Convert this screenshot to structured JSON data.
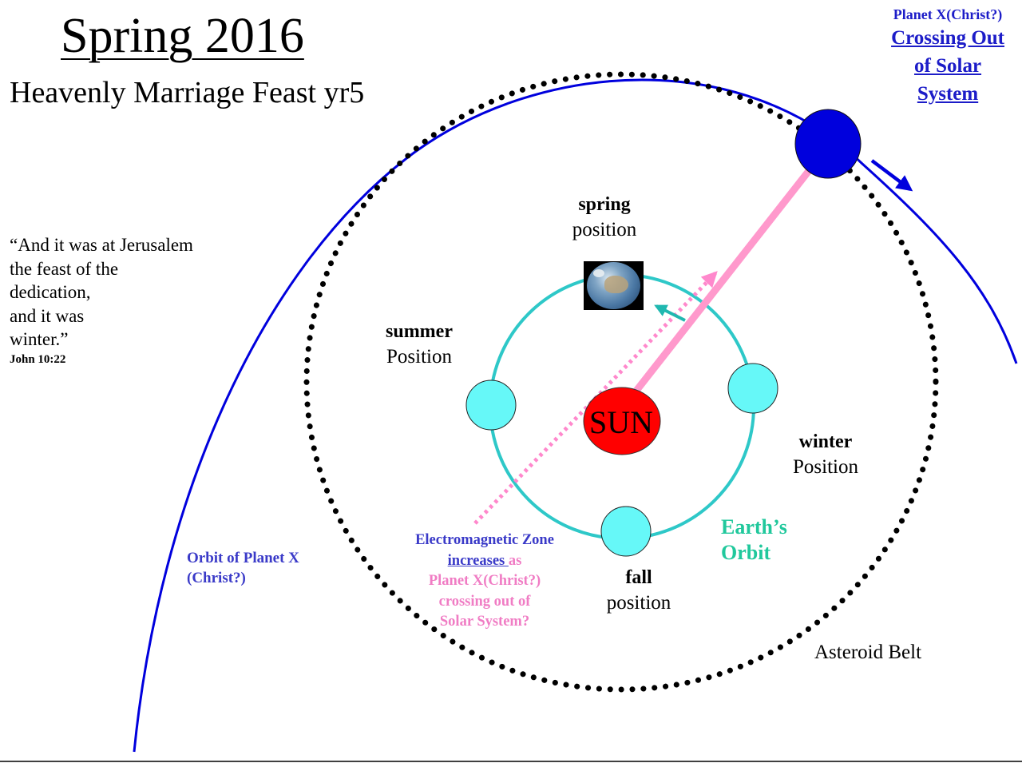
{
  "title": {
    "main": "Spring  2016",
    "sub": "Heavenly  Marriage Feast yr5"
  },
  "quote": {
    "lines": [
      "“And it was at Jerusalem",
      "the feast of the",
      "dedication,",
      "and it was",
      "winter.”"
    ],
    "reference": "John 10:22"
  },
  "planet_x_callout": {
    "small": "Planet X(Christ?)",
    "line1": "Crossing Out",
    "line2": "of Solar",
    "line3": "System"
  },
  "seasons": {
    "spring": {
      "bold": "spring",
      "normal": "position"
    },
    "summer": {
      "bold": "summer",
      "normal": "Position"
    },
    "winter": {
      "bold": "winter",
      "normal": "Position"
    },
    "fall": {
      "bold": "fall",
      "normal": "position"
    }
  },
  "sun_label": "SUN",
  "earth_orbit_label": {
    "line1": "Earth’s",
    "line2": "Orbit"
  },
  "orbit_planet_x_label": {
    "line1": "Orbit of Planet X",
    "line2": "(Christ?)"
  },
  "asteroid_belt_label": "Asteroid Belt",
  "em_zone_label": {
    "line1": "Electromagnetic Zone",
    "line2_underlined": "increases ",
    "line2_rest": "as",
    "line3": "Planet X(Christ?)",
    "line4": "crossing out of",
    "line5": "Solar System?"
  },
  "colors": {
    "planet_x_orbit": "#0000dd",
    "planet_x": "#0000dd",
    "asteroid_belt": "#000000",
    "earth_orbit": "#2ec8c8",
    "earth_positions": "#66f8f8",
    "sun": "#ff0000",
    "pink_line": "#ff99cc",
    "em_zone_arrow": "#ff88cc",
    "orbit_motion_arrow": "#20b8b0"
  }
}
